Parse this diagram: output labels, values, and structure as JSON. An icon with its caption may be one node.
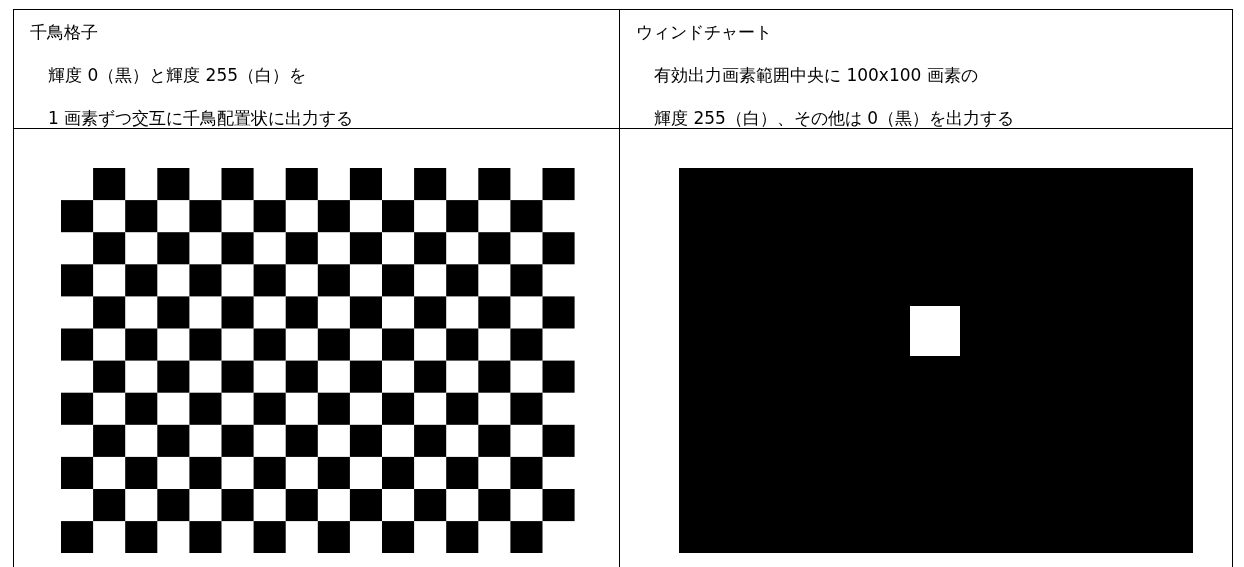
{
  "diagram": {
    "labels": [
      "千鳥格子",
      "ウィンドチャート",
      "輝度 0（黒）と輝度 255（白）を",
      "有効出力画素範囲中央に 100x100 画素の",
      "1 画素ずつ交互に千鳥配置状に出力する",
      "輝度 255（白）、その他は 0（黒）を出力する"
    ]
  }
}
